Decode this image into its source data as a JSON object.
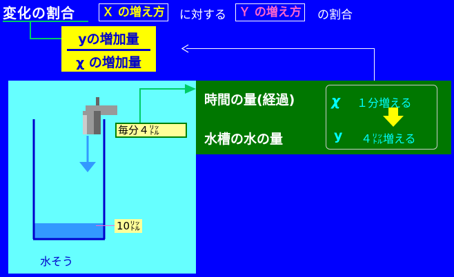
{
  "header": {
    "title": "変化の割合",
    "chip1": "Ｘ の増え方",
    "text1": "に対する",
    "chip2": "Ｙ の増え方",
    "text2": "の割合"
  },
  "fraction": {
    "numerator": "yの増加量",
    "denominator": "χ の増加量"
  },
  "right_panel": {
    "row1_label": "時間の量(経過)",
    "row2_label": "水槽の水の量",
    "x_symbol": "χ",
    "x_text": "１分増える",
    "y_symbol": "y",
    "y_text": "４㍑増える"
  },
  "tank": {
    "rate_label": "毎分４㍑",
    "volume_label": "10㍑",
    "tank_label": "水そう"
  },
  "colors": {
    "background": "#0000FF",
    "accent_yellow": "#FFFF00",
    "accent_pink": "#FF66CC",
    "panel_cyan": "#66FFFF",
    "panel_green": "#007700",
    "connector_green": "#00CC66"
  }
}
